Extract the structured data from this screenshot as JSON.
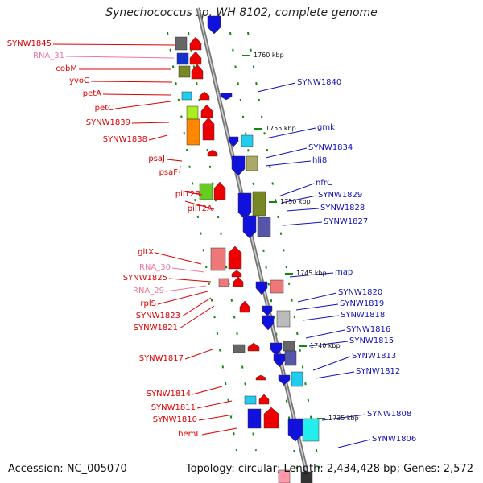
{
  "header": {
    "title": "Synechococcus sp. WH 8102, complete genome"
  },
  "footer": {
    "accession": "Accession: NC_005070",
    "topology": "Topology: circular; Length: 2,434,428 bp; Genes: 2,572"
  },
  "colors": {
    "red": "#dd0000",
    "pink": "#ee7799",
    "blue": "#1111bb"
  },
  "left_labels": [
    {
      "text": "SYNW1845",
      "color": "#dd0000"
    },
    {
      "text": "RNA_31",
      "color": "#ee7799"
    },
    {
      "text": "cobM",
      "color": "#dd0000"
    },
    {
      "text": "yvoC",
      "color": "#dd0000"
    },
    {
      "text": "petA",
      "color": "#dd0000"
    },
    {
      "text": "petC",
      "color": "#dd0000"
    },
    {
      "text": "SYNW1839",
      "color": "#dd0000"
    },
    {
      "text": "SYNW1838",
      "color": "#dd0000"
    },
    {
      "text": "psaJ",
      "color": "#dd0000"
    },
    {
      "text": "psaF",
      "color": "#dd0000"
    },
    {
      "text": "pilT2B",
      "color": "#dd0000"
    },
    {
      "text": "pilT2A",
      "color": "#dd0000"
    },
    {
      "text": "gltX",
      "color": "#dd0000"
    },
    {
      "text": "RNA_30",
      "color": "#ee7799"
    },
    {
      "text": "SYNW1825",
      "color": "#dd0000"
    },
    {
      "text": "RNA_29",
      "color": "#ee7799"
    },
    {
      "text": "rplS",
      "color": "#dd0000"
    },
    {
      "text": "SYNW1823",
      "color": "#dd0000"
    },
    {
      "text": "SYNW1821",
      "color": "#dd0000"
    },
    {
      "text": "SYNW1817",
      "color": "#dd0000"
    },
    {
      "text": "SYNW1814",
      "color": "#dd0000"
    },
    {
      "text": "SYNW1811",
      "color": "#dd0000"
    },
    {
      "text": "SYNW1810",
      "color": "#dd0000"
    },
    {
      "text": "hemL",
      "color": "#dd0000"
    }
  ],
  "right_labels": [
    {
      "text": "SYNW1840",
      "color": "#1111bb"
    },
    {
      "text": "gmk",
      "color": "#1111bb"
    },
    {
      "text": "SYNW1834",
      "color": "#1111bb"
    },
    {
      "text": "hli8",
      "color": "#1111bb"
    },
    {
      "text": "nfrC",
      "color": "#1111bb"
    },
    {
      "text": "SYNW1829",
      "color": "#1111bb"
    },
    {
      "text": "SYNW1828",
      "color": "#1111bb"
    },
    {
      "text": "SYNW1827",
      "color": "#1111bb"
    },
    {
      "text": "map",
      "color": "#1111bb"
    },
    {
      "text": "SYNW1820",
      "color": "#1111bb"
    },
    {
      "text": "SYNW1819",
      "color": "#1111bb"
    },
    {
      "text": "SYNW1818",
      "color": "#1111bb"
    },
    {
      "text": "SYNW1816",
      "color": "#1111bb"
    },
    {
      "text": "SYNW1815",
      "color": "#1111bb"
    },
    {
      "text": "SYNW1813",
      "color": "#1111bb"
    },
    {
      "text": "SYNW1812",
      "color": "#1111bb"
    },
    {
      "text": "SYNW1808",
      "color": "#1111bb"
    },
    {
      "text": "SYNW1806",
      "color": "#1111bb"
    }
  ],
  "scale_labels": [
    "1760 kbp",
    "1755 kbp",
    "1750 kbp",
    "1745 kbp",
    "1740 kbp",
    "1735 kbp"
  ]
}
